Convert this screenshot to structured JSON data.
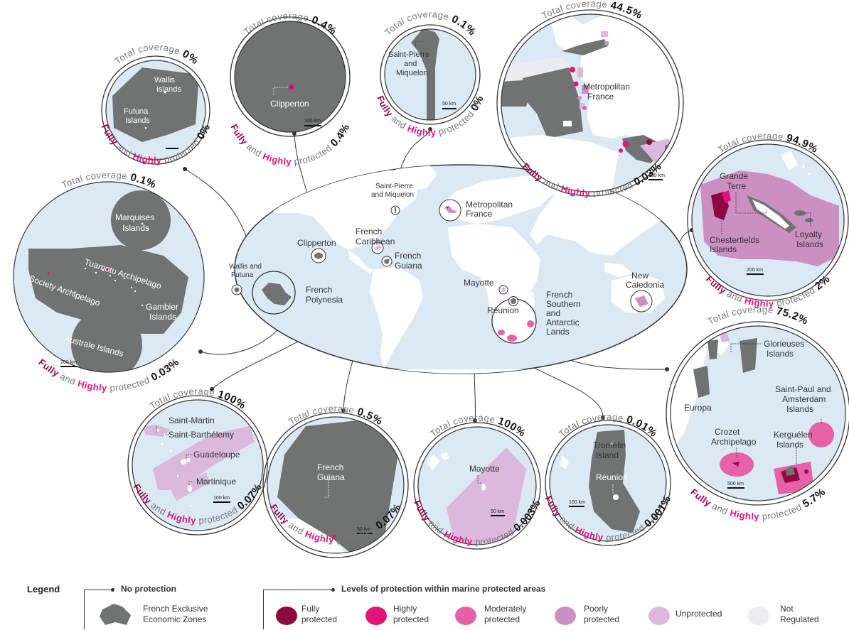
{
  "colors": {
    "eez": "#707372",
    "ocean": "#dbe9f5",
    "land": "#ffffff",
    "fully": "#8d0940",
    "highly": "#e0157a",
    "moderately": "#e661a8",
    "poorly": "#cc8fc2",
    "unprotected": "#dcb8dc",
    "not_regulated": "#eceaf3"
  },
  "world_labels": {
    "wallis_futuna": [
      "Wallis and",
      "Futuna"
    ],
    "french_polynesia": [
      "French",
      "Polynesia"
    ],
    "clipperton": "Clipperton",
    "spm": [
      "Saint-Pierre",
      "and Miquelon"
    ],
    "caribbean": [
      "French",
      "Caribbean"
    ],
    "guiana": [
      "French",
      "Guiana"
    ],
    "metropolitan": [
      "Metropolitan",
      "France"
    ],
    "mayotte": "Mayotte",
    "reunion": "Réunion",
    "taaf": [
      "French",
      "Southern",
      "and",
      "Antarctic",
      "Lands"
    ],
    "new_caledonia": [
      "New",
      "Caledonia"
    ]
  },
  "territories": {
    "wallis": {
      "coverage_label": "Total coverage",
      "coverage": "0%",
      "protected": "0%",
      "labels": [
        "Wallis",
        "Islands",
        "Futuna",
        "Islands"
      ]
    },
    "clipperton": {
      "coverage_label": "Total coverage",
      "coverage": "0.4%",
      "protected": "0.4%",
      "labels": [
        "Clipperton"
      ],
      "scale": "100 km"
    },
    "spm": {
      "coverage_label": "Total coverage",
      "coverage": "0.1%",
      "protected": "0%",
      "labels": [
        "Saint-Pierre",
        "and",
        "Miquelon"
      ],
      "scale": "50 km"
    },
    "metro": {
      "coverage_label": "Total coverage",
      "coverage": "44.5%",
      "protected": "0.03%",
      "labels": [
        "Metropolitan",
        "France"
      ],
      "scale": "100 km"
    },
    "newcal": {
      "coverage_label": "Total coverage",
      "coverage": "94.9%",
      "protected": "2%",
      "labels": [
        "Grande",
        "Terre",
        "Chesterfields",
        "Islands",
        "Loyalty",
        "Islands"
      ],
      "scale": "200 km"
    },
    "polynesia": {
      "coverage_label": "Total coverage",
      "coverage": "0.1%",
      "protected": "0.03%",
      "labels": [
        "Marquises",
        "Islands",
        "Tuamotu Archipelago",
        "Society Archipelago",
        "Gambier",
        "Islands",
        "Australe Islands"
      ],
      "scale": "200 km"
    },
    "caribbean": {
      "coverage_label": "Total coverage",
      "coverage": "100%",
      "protected": "0.07%",
      "labels": [
        "Saint-Martin",
        "Saint-Barthélemy",
        "Guadeloupe",
        "Martinique"
      ],
      "scale": "100 km"
    },
    "guiana": {
      "coverage_label": "Total coverage",
      "coverage": "0.5%",
      "protected": "0.07%",
      "labels": [
        "French",
        "Guiana"
      ],
      "scale": "50 km"
    },
    "mayotte": {
      "coverage_label": "Total coverage",
      "coverage": "100%",
      "protected": "0.003%",
      "labels": [
        "Mayotte"
      ],
      "scale": "50 km"
    },
    "reunion": {
      "coverage_label": "Total coverage",
      "coverage": "0.01%",
      "protected": "0.001%",
      "labels": [
        "Tromelin",
        "Island",
        "Réunion"
      ],
      "scale": "100 km"
    },
    "taaf": {
      "coverage_label": "Total coverage",
      "coverage": "75.2%",
      "protected": "5.7%",
      "labels": [
        "Glorieuses",
        "Islands",
        "Europa",
        "Saint-Paul and",
        "Amsterdam",
        "Islands",
        "Crozet",
        "Archipelago",
        "Kerguélen",
        "Islands"
      ],
      "scale": "500 km"
    }
  },
  "protection_words": {
    "fully": "Fully",
    "and": "and",
    "highly": "Highly",
    "protected": "protected"
  },
  "legend": {
    "title": "Legend",
    "no_protection": "No protection",
    "eez": [
      "French Exclusive",
      "Economic Zones"
    ],
    "levels_title": "Levels of protection within marine protected areas",
    "levels": [
      {
        "key": "fully",
        "label": [
          "Fully",
          "protected"
        ]
      },
      {
        "key": "highly",
        "label": [
          "Highly",
          "protected"
        ]
      },
      {
        "key": "moderately",
        "label": [
          "Moderately",
          "protected"
        ]
      },
      {
        "key": "poorly",
        "label": [
          "Poorly",
          "protected"
        ]
      },
      {
        "key": "unprotected",
        "label": [
          "Unprotected",
          ""
        ]
      },
      {
        "key": "not_regulated",
        "label": [
          "Not",
          "Regulated"
        ]
      }
    ]
  }
}
